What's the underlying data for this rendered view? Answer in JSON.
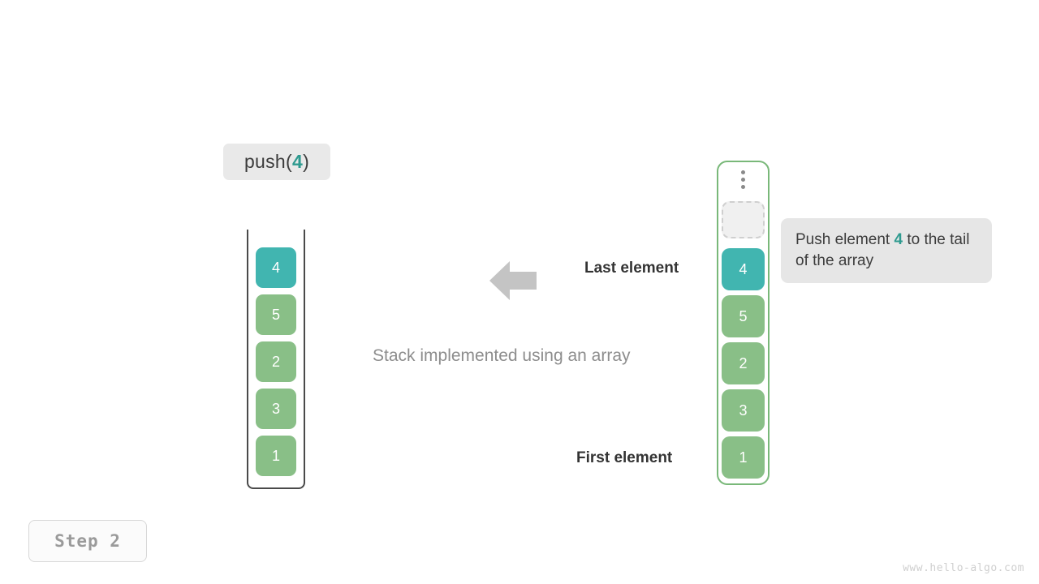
{
  "operation": {
    "prefix": "push(",
    "argument": "4",
    "suffix": ")"
  },
  "stack": {
    "title": "Stack implemented using an array",
    "cells": [
      {
        "value": "4",
        "color": "teal"
      },
      {
        "value": "5",
        "color": "green"
      },
      {
        "value": "2",
        "color": "green"
      },
      {
        "value": "3",
        "color": "green"
      },
      {
        "value": "1",
        "color": "green"
      }
    ]
  },
  "array": {
    "empty_slot_label": "",
    "cells": [
      {
        "value": "4",
        "color": "teal"
      },
      {
        "value": "5",
        "color": "green"
      },
      {
        "value": "2",
        "color": "green"
      },
      {
        "value": "3",
        "color": "green"
      },
      {
        "value": "1",
        "color": "green"
      }
    ]
  },
  "labels": {
    "last_element": "Last element",
    "first_element": "First element"
  },
  "tooltip": {
    "before": "Push element ",
    "accent": "4",
    "after": " to the tail of the array"
  },
  "step": {
    "label": "Step 2"
  },
  "watermark": "www.hello-algo.com",
  "colors": {
    "teal": "#41b5b0",
    "green": "#89bf87",
    "accent_text": "#2e9a8f",
    "array_border": "#79b879",
    "stack_border": "#4a4a4a",
    "arrow": "#c4c4c4",
    "chip_bg": "#e9e9e9",
    "tooltip_bg": "#e6e6e6"
  }
}
